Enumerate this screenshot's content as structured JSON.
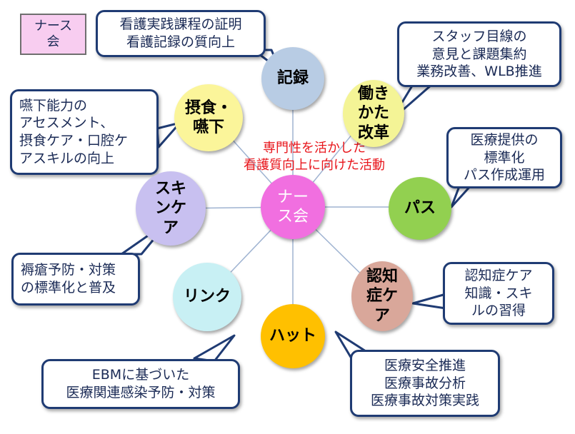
{
  "title_box": "ナース\n会",
  "center_caption": "専門性を活かした\n看護質向上に向けた活動",
  "hub": {
    "label": "ナー\nス会",
    "color": "#f16fe0"
  },
  "nodes": {
    "record": {
      "label": "記録",
      "color": "#b8cce4"
    },
    "work_style": {
      "label": "働き\nかた\n改革",
      "color": "#f4f496"
    },
    "path": {
      "label": "パス",
      "color": "#92d050"
    },
    "dementia": {
      "label": "認知\n症ケ\nア",
      "color": "#d9a79a"
    },
    "hat": {
      "label": "ハット",
      "color": "#ffc000"
    },
    "link": {
      "label": "リンク",
      "color": "#c8f0f4"
    },
    "skincare": {
      "label": "スキ\nンケ\nア",
      "color": "#c8c0f0"
    },
    "swallow": {
      "label": "摂食・\n嚥下",
      "color": "#fbf59a"
    }
  },
  "callouts": {
    "record": "看護実践課程の証明\n看護記録の質向上",
    "work_style": "スタッフ目線の\n意見と課題集約\n業務改善、WLB推進",
    "path": "医療提供の\n標準化\nパス作成運用",
    "dementia": "認知症ケア\n知識・スキ\nルの習得",
    "hat": "医療安全推進\n医療事故分析\n医療事故対策実践",
    "link": "EBMに基づいた\n医療関連感染予防・対策",
    "skincare": "褥瘡予防・対策\nの標準化と普及",
    "swallow": "嚥下能力の\nアセスメント、\n摂食ケア・口腔ケ\nアスキルの向上"
  }
}
